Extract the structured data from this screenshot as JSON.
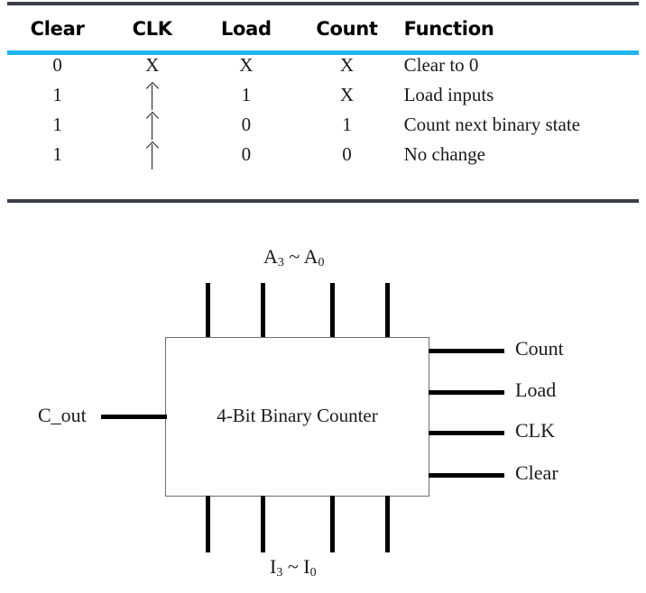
{
  "table": {
    "headers": [
      "Clear",
      "CLK",
      "Load",
      "Count",
      "Function"
    ],
    "rows": [
      {
        "clear": "0",
        "clk": "X",
        "load": "X",
        "count": "X",
        "function": "Clear to 0"
      },
      {
        "clear": "1",
        "clk": "arrow",
        "load": "1",
        "count": "X",
        "function": "Load inputs"
      },
      {
        "clear": "1",
        "clk": "arrow",
        "load": "0",
        "count": "1",
        "function": "Count next binary state"
      },
      {
        "clear": "1",
        "clk": "arrow",
        "load": "0",
        "count": "0",
        "function": "No change"
      }
    ],
    "rule_color_top": "#3a3f4a",
    "rule_color_accent": "#20b6ef",
    "rule_color_bottom": "#3a3f4a"
  },
  "diagram": {
    "chip_label": "4-Bit Binary Counter",
    "top_bus_label_main": "A",
    "top_bus_label": "A3 ~ A0",
    "bottom_bus_label": "I3 ~ I0",
    "top_sub_hi": "3",
    "top_sub_lo": "0",
    "bottom_letter": "I",
    "bottom_sub_hi": "3",
    "bottom_sub_lo": "0",
    "tilde": "~",
    "left_label": "C_out",
    "right_labels": [
      "Count",
      "Load",
      "CLK",
      "Clear"
    ],
    "box_border_color": "#6e6e6e",
    "pin_color": "#000000"
  }
}
